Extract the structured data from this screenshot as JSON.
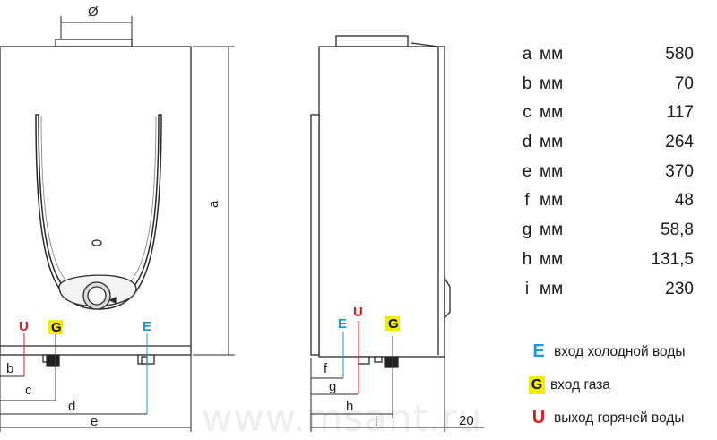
{
  "diagram": {
    "diameter_label": "Ø",
    "front_labels": {
      "a": "a",
      "b": "b",
      "c": "c",
      "d": "d",
      "e": "e"
    },
    "side_labels": {
      "f": "f",
      "g": "g",
      "h": "h",
      "i": "i",
      "twenty": "20"
    },
    "connection_marks": {
      "U": "U",
      "G": "G",
      "E": "E"
    },
    "colors": {
      "cold": "#1f94d6",
      "gas": "#f2ec00",
      "hot": "#d42027",
      "stroke": "#2a2a2a"
    }
  },
  "spec_table": [
    {
      "key": "a",
      "unit": "мм",
      "value": "580"
    },
    {
      "key": "b",
      "unit": "мм",
      "value": "70"
    },
    {
      "key": "c",
      "unit": "мм",
      "value": "117"
    },
    {
      "key": "d",
      "unit": "мм",
      "value": "264"
    },
    {
      "key": "e",
      "unit": "мм",
      "value": "370"
    },
    {
      "key": "f",
      "unit": "мм",
      "value": "48"
    },
    {
      "key": "g",
      "unit": "мм",
      "value": "58,8"
    },
    {
      "key": "h",
      "unit": "мм",
      "value": "131,5"
    },
    {
      "key": "i",
      "unit": "мм",
      "value": "230"
    }
  ],
  "legend": [
    {
      "mark": "E",
      "text": "вход холодной воды"
    },
    {
      "mark": "G",
      "text": "вход газа"
    },
    {
      "mark": "U",
      "text": "выход горячей воды"
    }
  ],
  "watermark": "www.msant.ru"
}
